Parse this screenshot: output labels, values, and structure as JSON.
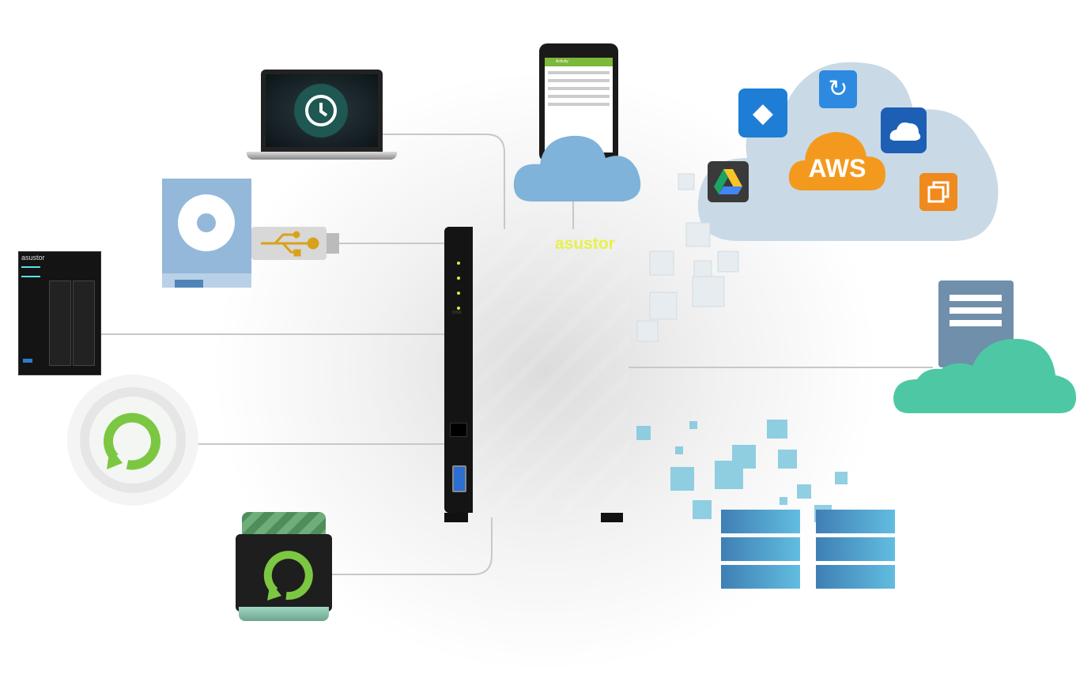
{
  "nas": {
    "brand": "asustor",
    "led_label": "DISK",
    "accent": "#e8f04a"
  },
  "left_nas": {
    "brand": "asustor"
  },
  "cloud_services": {
    "aws_label": "AWS",
    "icons": [
      "dropbox-icon",
      "sync-icon",
      "onedrive-icon",
      "google-drive-icon",
      "aws-icon",
      "copy-icon"
    ]
  },
  "phone": {
    "app_title": "Activity",
    "rows": 5
  },
  "colors": {
    "cloud": "#c9d9e6",
    "phone_cloud": "#7fb3d9",
    "green": "#7cc742",
    "teal_cloud": "#4ec8a4",
    "db": "#4b8fbf",
    "aws": "#f39a1e"
  }
}
